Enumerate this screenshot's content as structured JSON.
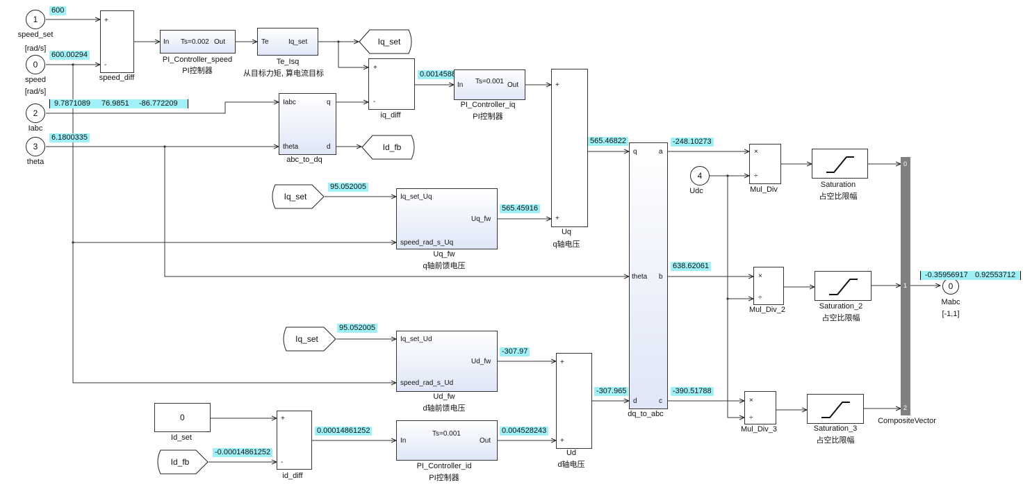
{
  "inports": [
    {
      "num": "1",
      "name": "speed_set",
      "unit": "[rad/s]"
    },
    {
      "num": "0",
      "name": "speed",
      "unit": "[rad/s]"
    },
    {
      "num": "2",
      "name": "Iabc"
    },
    {
      "num": "3",
      "name": "theta"
    },
    {
      "num": "4",
      "name": "Udc"
    }
  ],
  "outport": {
    "num": "0",
    "name": "Mabc",
    "unit": "[-1,1]"
  },
  "displays": {
    "speed_set": "600",
    "speed": "600.00294",
    "iabc": [
      "9.7871089",
      "76.9851",
      "-86.772209"
    ],
    "theta": "6.1800335",
    "iq_diff_out": "0.0014588",
    "iq_set_uq": "95.052005",
    "uq_fw_out": "565.45916",
    "uq_out": "565.46822",
    "dq_a": "-248.10273",
    "dq_b": "638.62061",
    "dq_c": "-390.51788",
    "iq_set_ud": "95.052005",
    "ud_fw_out": "-307.97",
    "ud_out": "-307.965",
    "id_diff_out": "0.00014861252",
    "id_fb": "-0.00014861252",
    "pi_id_out": "0.004528243",
    "mabc": [
      "-0.35956917",
      "0.92553712"
    ]
  },
  "blocks": {
    "speed_diff": {
      "name": "speed_diff",
      "plus": "+",
      "minus": "-"
    },
    "pi_speed": {
      "name": "PI_Controller_speed",
      "sub": "PI控制器",
      "in": "In",
      "param": "Ts=0.002",
      "out": "Out"
    },
    "te_isq": {
      "name": "Te_Isq",
      "sub": "从目标力矩, 算电流目标",
      "in": "Te",
      "out": "Iq_set"
    },
    "iq_diff": {
      "name": "iq_diff",
      "plus": "+",
      "minus": "-"
    },
    "abc_to_dq": {
      "name": "abc_to_dq",
      "in1": "Iabc",
      "in2": "theta",
      "out1": "q",
      "out2": "d"
    },
    "pi_iq": {
      "name": "PI_Controller_iq",
      "sub": "PI控制器",
      "in": "In",
      "param": "Ts=0.001",
      "out": "Out"
    },
    "uq": {
      "name": "Uq",
      "sub": "q轴电压",
      "plus1": "+",
      "plus2": "+"
    },
    "uq_fw": {
      "name": "Uq_fw",
      "sub": "q轴前馈电压",
      "in1": "Iq_set_Uq",
      "in2": "speed_rad_s_Uq",
      "out": "Uq_fw"
    },
    "dq_to_abc": {
      "name": "dq_to_abc",
      "in1": "q",
      "in2": "theta",
      "in3": "d",
      "out1": "a",
      "out2": "b",
      "out3": "c"
    },
    "ud_fw": {
      "name": "Ud_fw",
      "sub": "d轴前馈电压",
      "in1": "Iq_set_Ud",
      "in2": "speed_rad_s_Ud",
      "out": "Ud_fw"
    },
    "ud": {
      "name": "Ud",
      "sub": "d轴电压",
      "plus1": "+",
      "plus2": "+"
    },
    "id_set": {
      "name": "Id_set",
      "value": "0"
    },
    "id_diff": {
      "name": "id_diff",
      "plus": "+",
      "minus": "-"
    },
    "pi_id": {
      "name": "PI_Controller_id",
      "sub": "PI控制器",
      "in": "In",
      "param": "Ts=0.001",
      "out": "Out"
    },
    "mul_div": [
      {
        "name": "Mul_Div"
      },
      {
        "name": "Mul_Div_2"
      },
      {
        "name": "Mul_Div_3"
      }
    ],
    "mul_sym": "×",
    "div_sym": "÷",
    "saturation": [
      {
        "name": "Saturation",
        "sub": "占空比限幅"
      },
      {
        "name": "Saturation_2",
        "sub": "占空比限幅"
      },
      {
        "name": "Saturation_3",
        "sub": "占空比限幅"
      }
    ],
    "composite": {
      "name": "CompositeVector",
      "ports": [
        "0",
        "1",
        "2"
      ]
    }
  },
  "goto_tags": {
    "iq_set_goto": "Iq_set",
    "id_fb_goto": "Id_fb"
  },
  "from_tags": {
    "iq_set_from1": "Iq_set",
    "iq_set_from2": "Iq_set",
    "id_fb_from": "Id_fb"
  }
}
